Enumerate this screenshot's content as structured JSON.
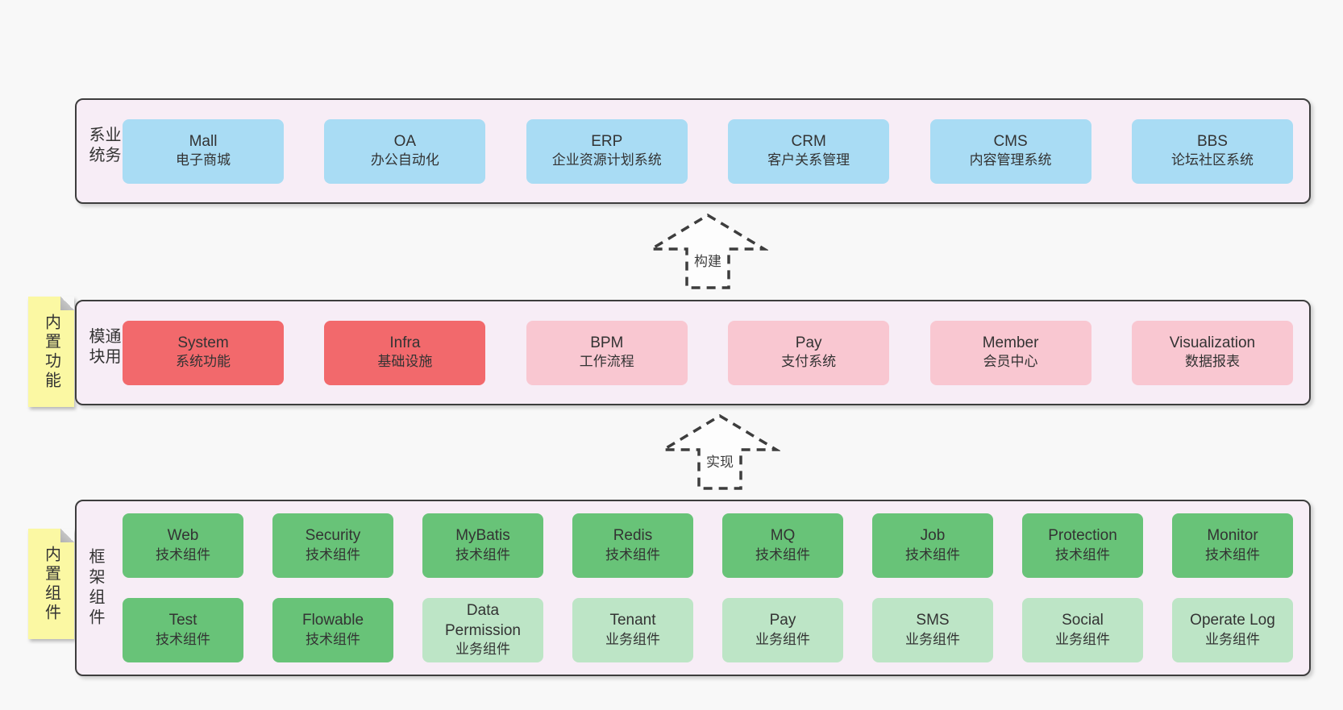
{
  "diagram": {
    "bands": [
      {
        "label": "业务系统",
        "boxes_row1": [
          {
            "title": "Mall",
            "subtitle": "电子商城"
          },
          {
            "title": "OA",
            "subtitle": "办公自动化"
          },
          {
            "title": "ERP",
            "subtitle": "企业资源计划系统"
          },
          {
            "title": "CRM",
            "subtitle": "客户关系管理"
          },
          {
            "title": "CMS",
            "subtitle": "内容管理系统"
          },
          {
            "title": "BBS",
            "subtitle": "论坛社区系统"
          }
        ]
      },
      {
        "label": "通用模块",
        "note": "内置功能",
        "boxes_row1": [
          {
            "title": "System",
            "subtitle": "系统功能"
          },
          {
            "title": "Infra",
            "subtitle": "基础设施"
          },
          {
            "title": "BPM",
            "subtitle": "工作流程"
          },
          {
            "title": "Pay",
            "subtitle": "支付系统"
          },
          {
            "title": "Member",
            "subtitle": "会员中心"
          },
          {
            "title": "Visualization",
            "subtitle": "数据报表"
          }
        ]
      },
      {
        "label": "框架组件",
        "note": "内置组件",
        "boxes_row1": [
          {
            "title": "Web",
            "subtitle": "技术组件"
          },
          {
            "title": "Security",
            "subtitle": "技术组件"
          },
          {
            "title": "MyBatis",
            "subtitle": "技术组件"
          },
          {
            "title": "Redis",
            "subtitle": "技术组件"
          },
          {
            "title": "MQ",
            "subtitle": "技术组件"
          },
          {
            "title": "Job",
            "subtitle": "技术组件"
          },
          {
            "title": "Protection",
            "subtitle": "技术组件"
          },
          {
            "title": "Monitor",
            "subtitle": "技术组件"
          }
        ],
        "boxes_row2": [
          {
            "title": "Test",
            "subtitle": "技术组件"
          },
          {
            "title": "Flowable",
            "subtitle": "技术组件"
          },
          {
            "title": "Data Permission",
            "subtitle": "业务组件"
          },
          {
            "title": "Tenant",
            "subtitle": "业务组件"
          },
          {
            "title": "Pay",
            "subtitle": "业务组件"
          },
          {
            "title": "SMS",
            "subtitle": "业务组件"
          },
          {
            "title": "Social",
            "subtitle": "业务组件"
          },
          {
            "title": "Operate Log",
            "subtitle": "业务组件"
          }
        ]
      }
    ],
    "arrows": [
      {
        "label": "构建"
      },
      {
        "label": "实现"
      }
    ],
    "colors": {
      "page_bg": "#f8f8f8",
      "band_bg": "#f7edf6",
      "band_border": "#3d3d3d",
      "blue_box": "#a9dcf4",
      "red_box": "#f2696c",
      "pink_box": "#f9c7d1",
      "green_box": "#68c378",
      "light_green_box": "#bde5c6",
      "note_yellow": "#fbf8a3",
      "text": "#333333"
    }
  }
}
